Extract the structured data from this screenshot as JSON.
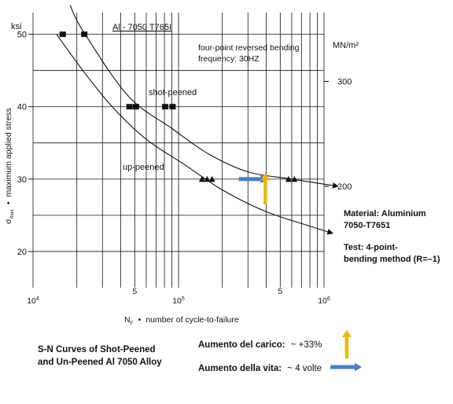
{
  "chart_data": {
    "type": "line",
    "title": "Al - 7050 T765I",
    "subtitle_line1": "four-point reversed bending",
    "subtitle_line2": "frequency: 30HZ",
    "x_axis": {
      "scale": "log",
      "range": [
        10000,
        1000000
      ],
      "label_symbol": "N",
      "label_sub": "F",
      "label_text": "number of cycle-to-failure",
      "ticks": [
        {
          "value": 10000,
          "base": "10",
          "exp": "4"
        },
        {
          "value": 50000,
          "label": "5"
        },
        {
          "value": 100000,
          "base": "10",
          "exp": "5"
        },
        {
          "value": 500000,
          "label": "5"
        },
        {
          "value": 1000000,
          "base": "10",
          "exp": "6"
        }
      ]
    },
    "y_axis": {
      "unit": "ksi",
      "range": [
        15,
        53
      ],
      "label_symbol": "σ",
      "label_sub": "max",
      "label_text": "maximum applied stress",
      "ticks": [
        20,
        30,
        40,
        50
      ]
    },
    "y2_axis": {
      "unit": "MN/m²",
      "ticks": [
        {
          "label": "200",
          "ksi": 29
        },
        {
          "label": "300",
          "ksi": 43.5
        }
      ]
    },
    "series": [
      {
        "name": "shot-peened",
        "marker": "square",
        "points": [
          [
            16000,
            50
          ],
          [
            22500,
            50
          ],
          [
            46000,
            40
          ],
          [
            51000,
            40
          ],
          [
            81000,
            40
          ],
          [
            91000,
            40
          ]
        ],
        "curve": [
          [
            18000,
            54
          ],
          [
            22000,
            50.5
          ],
          [
            45000,
            41.5
          ],
          [
            90000,
            37
          ],
          [
            160000,
            33.5
          ],
          [
            300000,
            31
          ],
          [
            600000,
            30
          ],
          [
            1250000,
            29
          ]
        ]
      },
      {
        "name": "up-peened",
        "marker": "triangle",
        "points": [
          [
            145000,
            30
          ],
          [
            157000,
            30
          ],
          [
            170000,
            30
          ],
          [
            570000,
            30
          ],
          [
            625000,
            30
          ]
        ],
        "curve": [
          [
            14500,
            50
          ],
          [
            22000,
            45
          ],
          [
            35000,
            40
          ],
          [
            60000,
            35.5
          ],
          [
            110000,
            32
          ],
          [
            200000,
            28.5
          ],
          [
            400000,
            25.5
          ],
          [
            800000,
            23.5
          ],
          [
            1150000,
            22.5
          ]
        ]
      }
    ],
    "annotations": {
      "arrow_right": {
        "from": [
          260000,
          30
        ],
        "to": [
          410000,
          30
        ],
        "color": "#4a7ec1"
      },
      "arrow_up": {
        "from": [
          395000,
          26.5
        ],
        "to": [
          395000,
          30.8
        ],
        "color": "#f5b400"
      }
    },
    "material_label_1": "Material: Aluminium",
    "material_label_2": "7050-T7651",
    "test_label_1": "Test: 4-point-",
    "test_label_2": "bending method (R=–1)"
  },
  "caption_line1": "S-N Curves of Shot-Peened",
  "caption_line2": "and Un-Peened Al 7050 Alloy",
  "legend": {
    "load": {
      "label": "Aumento del carico:",
      "value": "~ +33%",
      "color": "#f5b400"
    },
    "life": {
      "label": "Aumento della vita:",
      "value": "~ 4 volte",
      "color": "#4a7ec1"
    }
  }
}
